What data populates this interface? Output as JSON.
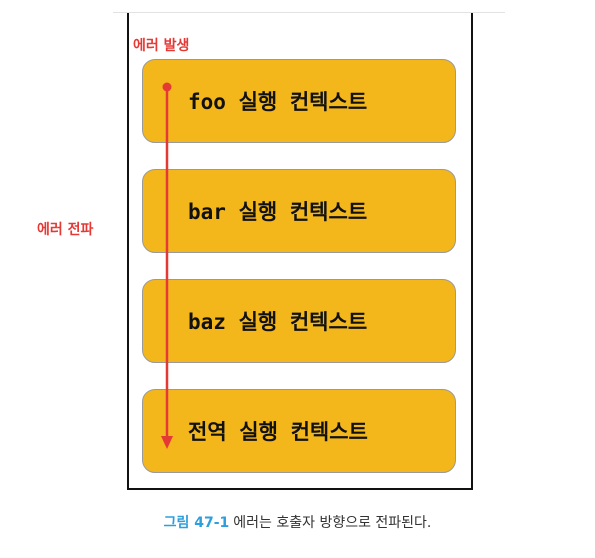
{
  "diagram": {
    "labels": {
      "error_occurred": "에러 발생",
      "error_propagation": "에러 전파"
    },
    "contexts": [
      {
        "label": "foo 실행 컨텍스트"
      },
      {
        "label": "bar 실행 컨텍스트"
      },
      {
        "label": "baz 실행 컨텍스트"
      },
      {
        "label": "전역 실행 컨텍스트"
      }
    ],
    "colors": {
      "context_fill": "#f3b71b",
      "error_red": "#e53935",
      "caption_accent": "#2e9fdc"
    }
  },
  "caption": {
    "figure_number": "그림 47-1",
    "text": "에러는 호출자 방향으로 전파된다."
  }
}
